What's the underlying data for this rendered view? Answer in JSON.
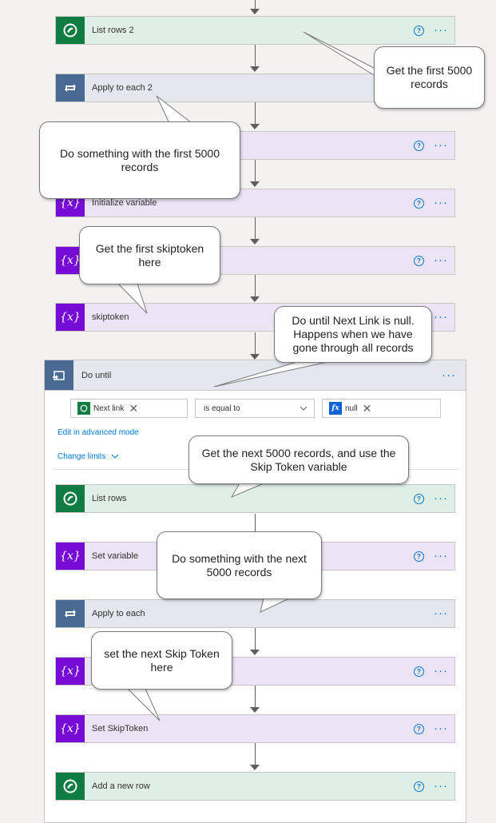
{
  "steps": {
    "list_rows_2": "List rows 2",
    "apply_each_2": "Apply to each 2",
    "step3": "",
    "init_var": "Initialize variable",
    "step5": "",
    "skiptoken": "skiptoken",
    "list_rows": "List rows",
    "set_var": "Set variable",
    "apply_each": "Apply to each",
    "step10": "",
    "set_skiptoken": "Set SkipToken",
    "add_row": "Add a new row"
  },
  "do_until": {
    "title": "Do until",
    "cond_left": "Next link",
    "operator": "is equal to",
    "cond_right_icon": "fx",
    "cond_right": "null",
    "edit_advanced": "Edit in advanced mode",
    "change_limits": "Change limits"
  },
  "icons": {
    "help": "?",
    "more": "···",
    "remove": "✕",
    "variable": "{x}"
  },
  "callouts": {
    "first_5000": "Get the first 5000 records",
    "do_first": "Do something with the first 5000 records",
    "first_skiptoken": "Get the first skiptoken here",
    "do_until_note": "Do until Next Link is null. Happens when we have gone through all records",
    "next_5000": "Get the next 5000 records, and use the Skip Token variable",
    "do_next": "Do something with the next 5000 records",
    "set_next": "set the next Skip Token here"
  },
  "colors": {
    "dataverse": "#107c41",
    "control": "#486991",
    "variable": "#770bd6",
    "link": "#0078d4"
  }
}
